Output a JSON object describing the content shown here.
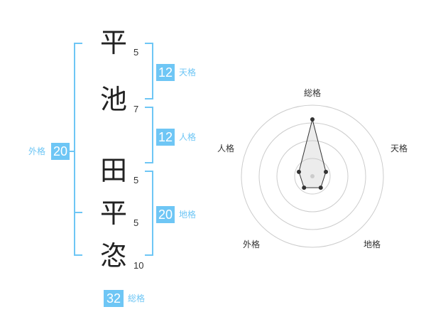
{
  "characters": [
    {
      "char": "平",
      "strokes": "5"
    },
    {
      "char": "池",
      "strokes": "7"
    },
    {
      "char": "田",
      "strokes": "5"
    },
    {
      "char": "平",
      "strokes": "5"
    },
    {
      "char": "恣",
      "strokes": "10"
    }
  ],
  "fortunes": {
    "tenkaku": {
      "value": "12",
      "label": "天格"
    },
    "jinkaku": {
      "value": "12",
      "label": "人格"
    },
    "chikaku": {
      "value": "20",
      "label": "地格"
    },
    "gaikaku": {
      "value": "20",
      "label": "外格"
    },
    "soukaku": {
      "value": "32",
      "label": "総格"
    }
  },
  "radar": {
    "axes": [
      "総格",
      "天格",
      "地格",
      "外格",
      "人格"
    ],
    "levels": 4,
    "values": [
      4,
      1,
      1,
      1,
      1
    ],
    "max": 5
  },
  "colors": {
    "accent": "#6ec6f5",
    "text": "#333333",
    "grid": "#cccccc"
  }
}
